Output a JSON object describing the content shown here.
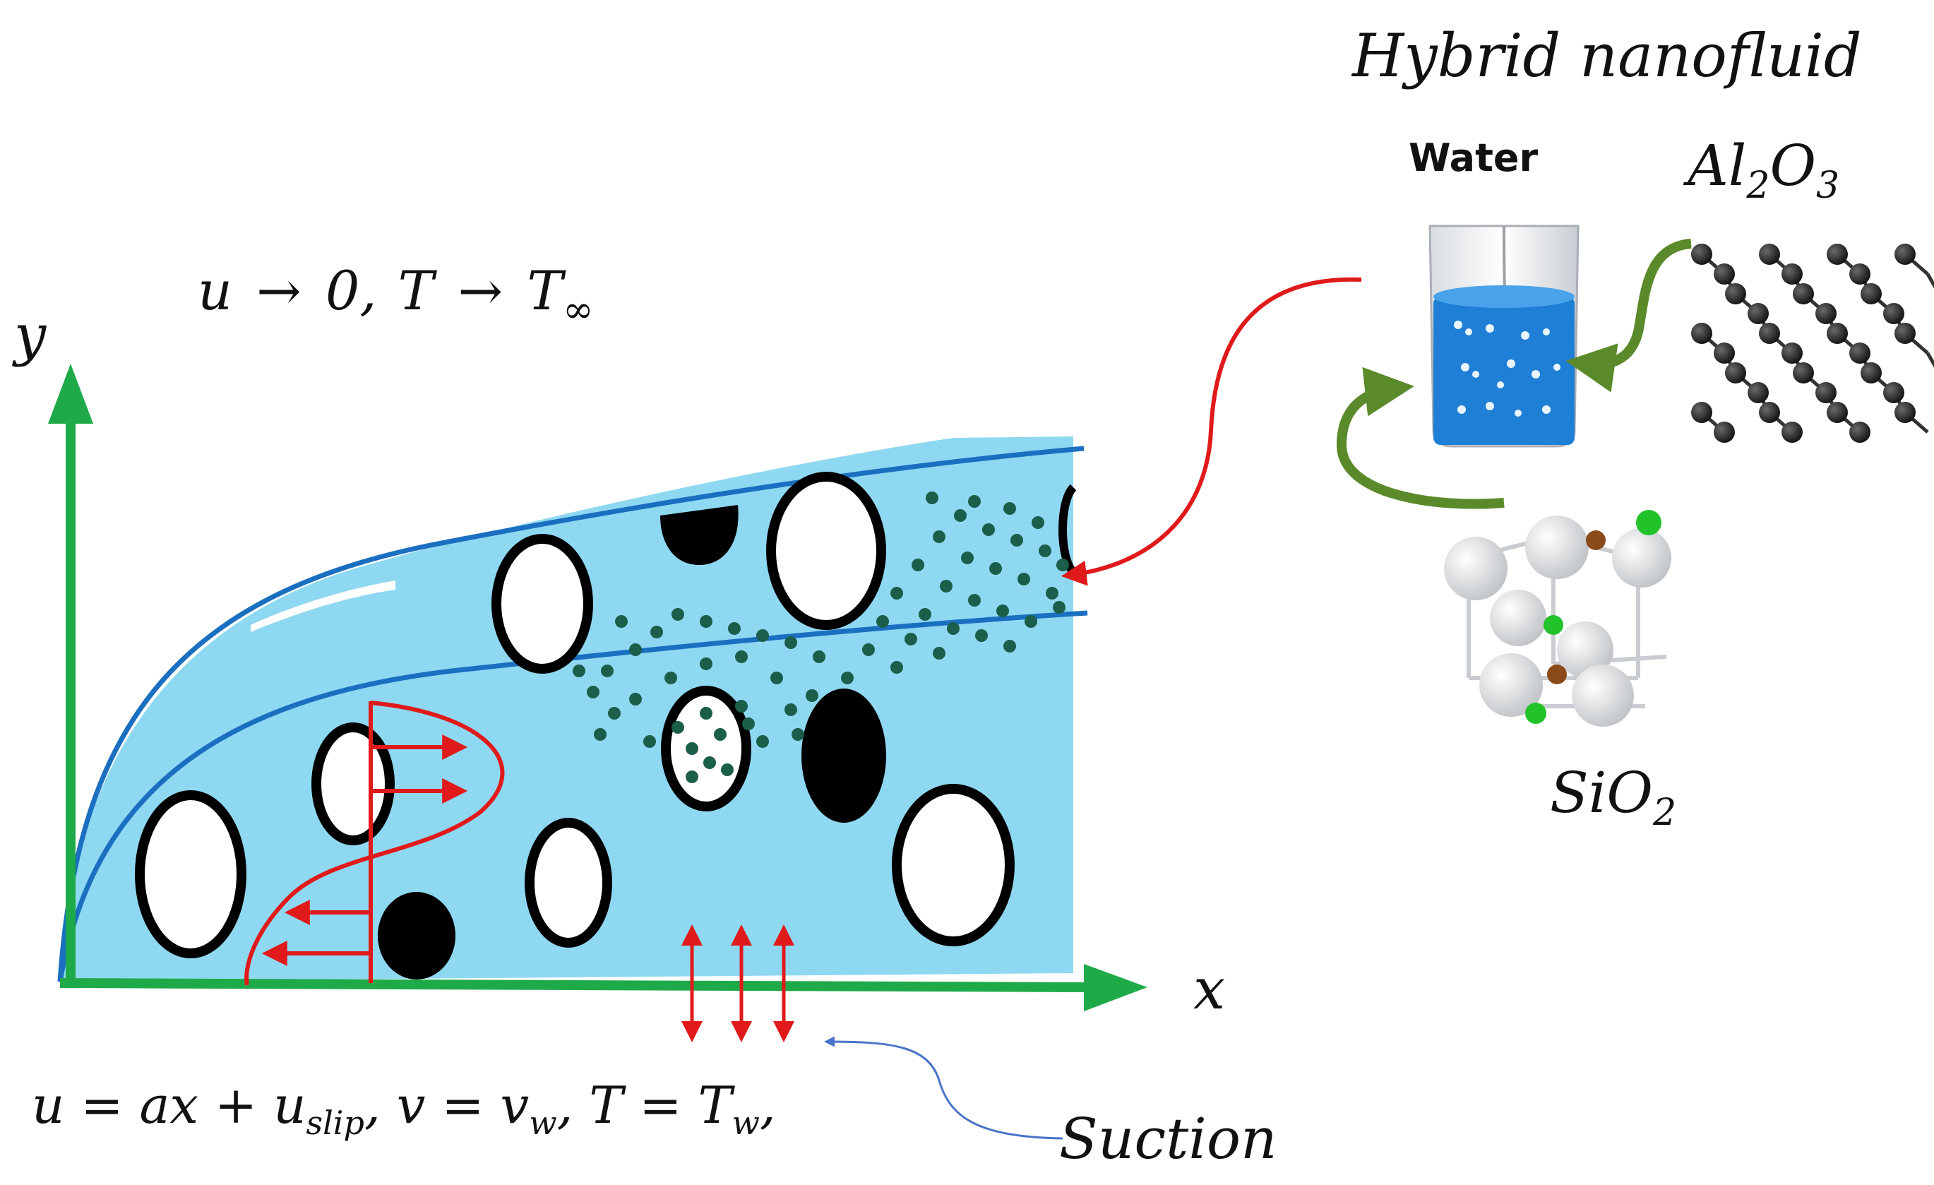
{
  "title": "Hybrid nanofluid",
  "labels": {
    "water": "Water",
    "al2o3": {
      "base": "Al",
      "sub1": "2",
      "mid": "O",
      "sub2": "3"
    },
    "sio2": {
      "base": "SiO",
      "sub": "2"
    },
    "y_axis": "y",
    "x_axis": "x",
    "far_field": {
      "u": "u",
      "arrow": "→",
      "zero": "0,",
      "T": "T",
      "arrow2": "→",
      "Tinf": "T",
      "inf_sub": "∞"
    },
    "wall_condition": {
      "part1": "u = ax + u",
      "slip_sub": "slip",
      "part2": ", v = v",
      "w_sub1": "w",
      "part3": ", T = T",
      "w_sub2": "w",
      "part4": ","
    },
    "suction": "Suction"
  },
  "colors": {
    "axis_green": "#1faa4a",
    "fluid_blue": "#8fd8f2",
    "boundary_blue": "#1a6fc0",
    "velocity_red": "#e01a1a",
    "nanoparticle_green": "#1b5e4a",
    "arrow_olive": "#5a8a2a",
    "beaker_blue": "#1f7fd6",
    "suction_pointer": "#4a74c9"
  },
  "icons": {
    "beaker": "beaker-icon",
    "graphene_lattice": "lattice-icon",
    "sio2_molecule": "molecule-icon"
  }
}
